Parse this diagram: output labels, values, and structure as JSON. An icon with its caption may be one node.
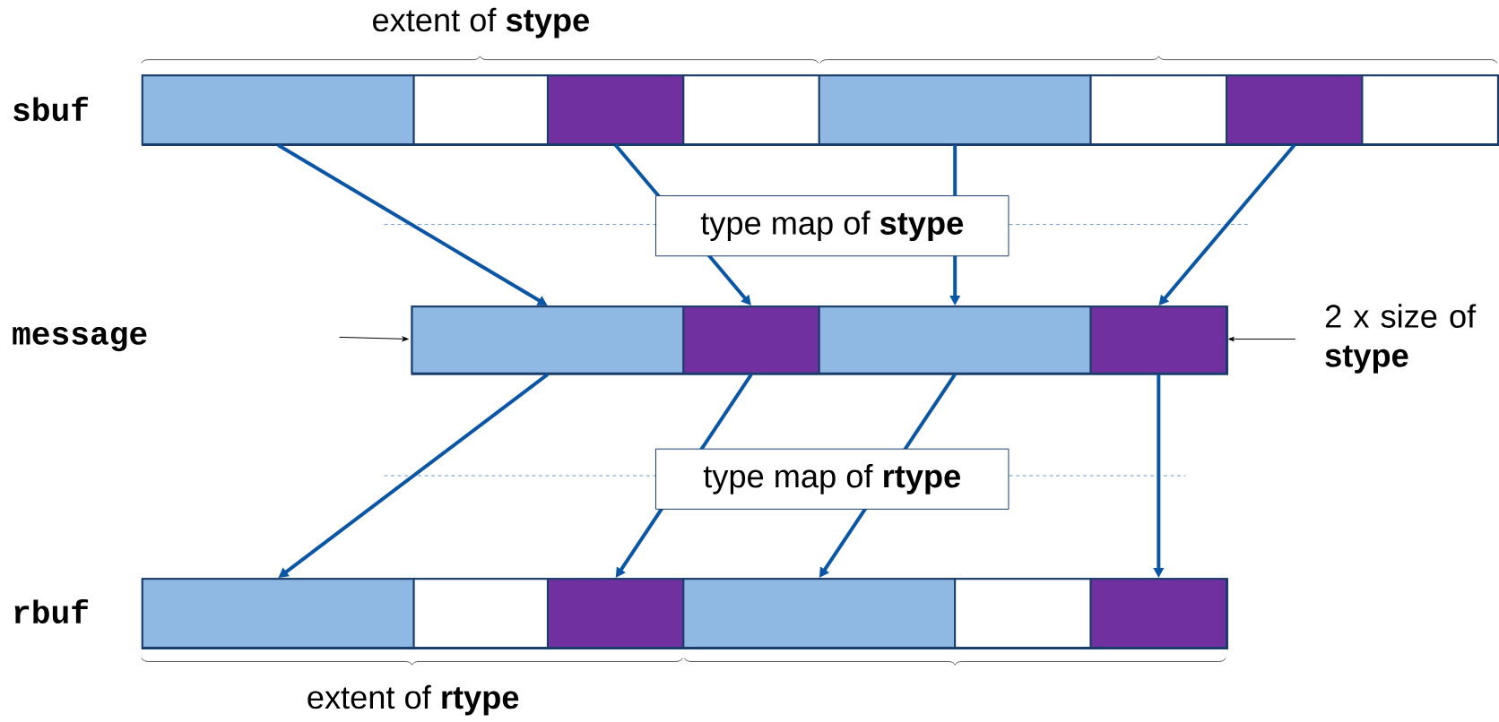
{
  "diagram": {
    "nodes": [
      {
        "text": [],
        "shape": "bar"
      },
      {
        "text": [],
        "shape": "box",
        "in": 0
      },
      {
        "text": [],
        "shape": "box",
        "in": 0
      },
      {
        "text": [],
        "shape": "box",
        "in": 0
      },
      {
        "text": [],
        "shape": "box",
        "in": 0
      },
      {
        "text": [],
        "shape": "box",
        "in": 0
      },
      {
        "text": [],
        "shape": "box",
        "in": 0
      },
      {
        "text": [],
        "shape": "box",
        "in": 0
      },
      {
        "text": [],
        "shape": "box",
        "in": 0
      },
      {
        "text": [],
        "shape": "bar"
      },
      {
        "text": [],
        "shape": "box",
        "in": 9
      },
      {
        "text": [],
        "shape": "box",
        "in": 9
      },
      {
        "text": [],
        "shape": "box",
        "in": 9
      },
      {
        "text": [],
        "shape": "box",
        "in": 9
      },
      {
        "text": [],
        "shape": "bar"
      },
      {
        "text": [],
        "shape": "box",
        "in": 14
      },
      {
        "text": [],
        "shape": "box",
        "in": 14
      },
      {
        "text": [],
        "shape": "box",
        "in": 14
      },
      {
        "text": [],
        "shape": "box",
        "in": 14
      },
      {
        "text": [],
        "shape": "box",
        "in": 14
      },
      {
        "text": [],
        "shape": "box",
        "in": 14
      }
    ],
    "edges": [
      {
        "from": 1,
        "to": 10,
        "arrow": "to"
      },
      {
        "from": 3,
        "to": 11,
        "arrow": "to"
      },
      {
        "from": 5,
        "to": 12,
        "arrow": "to"
      },
      {
        "from": 7,
        "to": 13,
        "arrow": "to"
      },
      {
        "from": 10,
        "to": 15,
        "arrow": "to"
      },
      {
        "from": 11,
        "to": 17,
        "arrow": "to"
      },
      {
        "from": 12,
        "to": 18,
        "arrow": "to"
      },
      {
        "from": 13,
        "to": 20,
        "arrow": "to"
      }
    ],
    "labels": [
      "extent of **stype**",
      "sbuf",
      "type map of **stype**",
      "message",
      "2 x size of **stype**",
      "type map of **rtype**",
      "rbuf",
      "extent of **rtype**"
    ]
  }
}
